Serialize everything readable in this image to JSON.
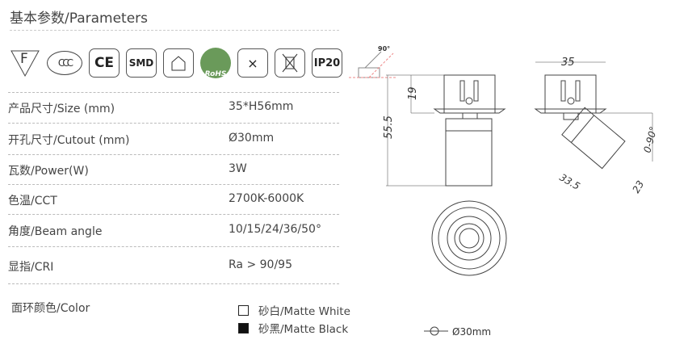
{
  "title": "基本参数/Parameters",
  "icons": [
    {
      "name": "f-mark-icon",
      "label": "F"
    },
    {
      "name": "ccc-icon",
      "label": "CCC"
    },
    {
      "name": "ce-icon",
      "label": "CE"
    },
    {
      "name": "smd-icon",
      "label": "SMD"
    },
    {
      "name": "indoor-use-icon",
      "label": ""
    },
    {
      "name": "rohs-icon",
      "label": "RoHS"
    },
    {
      "name": "no-insulation-cover-icon",
      "label": "×"
    },
    {
      "name": "weee-bin-icon",
      "label": ""
    },
    {
      "name": "ip20-icon",
      "label": "IP20"
    },
    {
      "name": "tilt-angle-icon",
      "label": "90°"
    }
  ],
  "specs": [
    {
      "label": "产品尺寸/Size (mm)",
      "value": "35*H56mm"
    },
    {
      "label": "开孔尺寸/Cutout (mm)",
      "value": "Ø30mm"
    },
    {
      "label": "瓦数/Power(W)",
      "value": "3W"
    },
    {
      "label": "色温/CCT",
      "value": "2700K-6000K"
    },
    {
      "label": "角度/Beam angle",
      "value": "10/15/24/36/50°"
    },
    {
      "label": "显指/CRI",
      "value": "Ra > 90/95"
    }
  ],
  "color": {
    "label": "面环颜色/Color",
    "options": [
      {
        "label": "砂白/Matte White",
        "swatch": "#ffffff"
      },
      {
        "label": "砂黑/Matte Black",
        "swatch": "#111111"
      }
    ]
  },
  "drawing": {
    "height": "55.5",
    "top": "19",
    "width": "35",
    "tilt": "0-90°",
    "length": "33.5",
    "diameter": "23",
    "cutout": "Ø30mm"
  }
}
